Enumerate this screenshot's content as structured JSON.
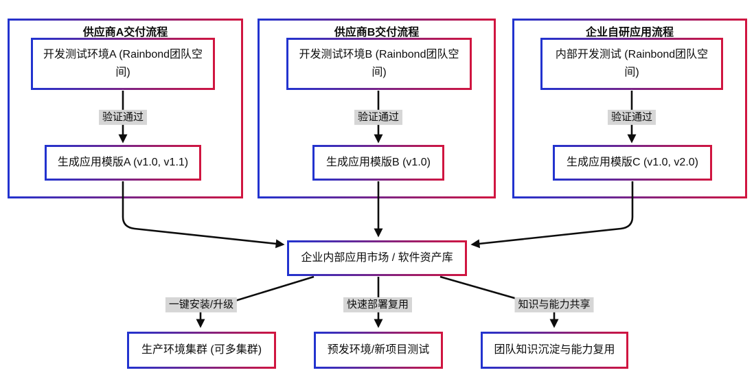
{
  "colors": {
    "border_blue": "#2233cf",
    "border_red": "#d01540",
    "label_bg": "#d6d6d6",
    "arrow": "#0d0d0d",
    "node_bg": "#ffffff",
    "text": "#0d0d0d"
  },
  "panels": [
    {
      "title": "供应商A交付流程",
      "env_box": "开发测试环境A (Rainbond团队空间)",
      "edge_label": "验证通过",
      "template_box": "生成应用模版A (v1.0, v1.1)"
    },
    {
      "title": "供应商B交付流程",
      "env_box": "开发测试环境B (Rainbond团队空间)",
      "edge_label": "验证通过",
      "template_box": "生成应用模版B (v1.0)"
    },
    {
      "title": "企业自研应用流程",
      "env_box": "内部开发测试 (Rainbond团队空间)",
      "edge_label": "验证通过",
      "template_box": "生成应用模版C (v1.0, v2.0)"
    }
  ],
  "market": {
    "label": "企业内部应用市场 / 软件资产库"
  },
  "outputs": [
    {
      "edge_label": "一键安装/升级",
      "box": "生产环境集群 (可多集群)"
    },
    {
      "edge_label": "快速部署复用",
      "box": "预发环境/新项目测试"
    },
    {
      "edge_label": "知识与能力共享",
      "box": "团队知识沉淀与能力复用"
    }
  ]
}
